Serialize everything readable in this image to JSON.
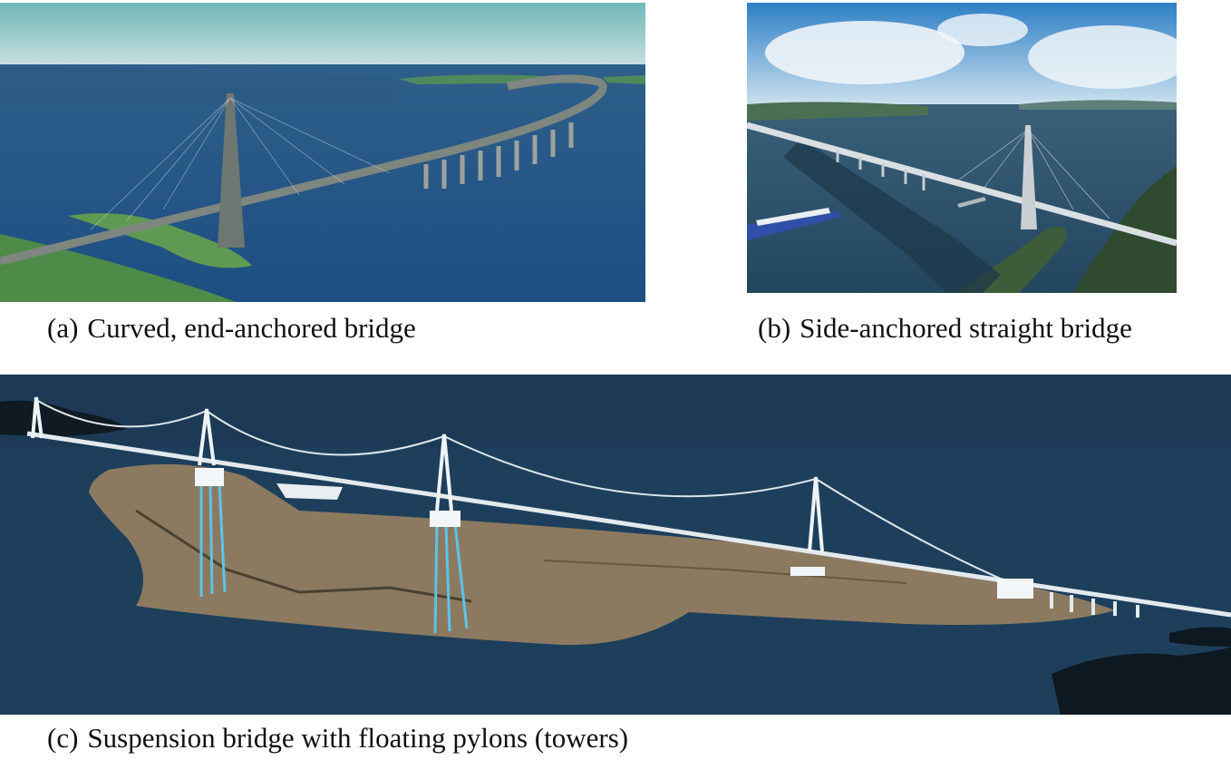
{
  "figures": [
    {
      "tag": "(a)",
      "caption": "Curved, end-anchored bridge"
    },
    {
      "tag": "(b)",
      "caption": "Side-anchored straight bridge"
    },
    {
      "tag": "(c)",
      "caption": "Suspension bridge with floating pylons (towers)"
    }
  ],
  "colors": {
    "sea": "#1f4f7a",
    "sky": "#a9cfd6",
    "land": "#5f8f4a",
    "seabed": "#8c7a60",
    "deck": "#8a8f8c"
  }
}
